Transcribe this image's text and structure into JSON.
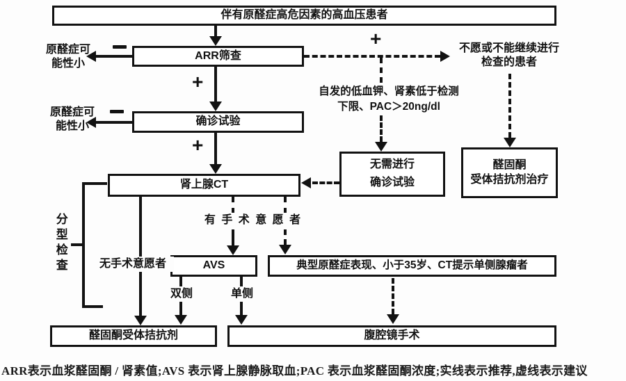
{
  "figure": {
    "colors": {
      "ink": "#121212",
      "background": "#fdfdfd"
    },
    "boxes": {
      "hypertensive": "伴有原醛症高危因素的高血压患者",
      "arr_screening": "ARR筛查",
      "confirmatory": "确诊试验",
      "adrenal_ct": "肾上腺CT",
      "no_confirm": [
        "无需进行",
        "确诊试验"
      ],
      "mra_treatment": [
        "醛固酮",
        "受体拮抗剂治疗"
      ],
      "avs": "AVS",
      "typical": "典型原醛症表现、小于35岁、CT提示单侧腺瘤者",
      "mra": "醛固酮受体拮抗剂",
      "laparoscopy": "腹腔镜手术"
    },
    "labels": {
      "low_prob": [
        "原醛症可",
        "能性小"
      ],
      "plus": "+",
      "unwilling": [
        "不愿或不能继续进行",
        "检查的患者"
      ],
      "spontaneous": [
        "自发的低血钾、肾素低于检测",
        "下限、PAC＞20ng/dl"
      ],
      "subtype": "分型检查",
      "no_surgery": "无手术意愿者",
      "surgery": "有 手 术 意 愿 者",
      "bilateral": "双侧",
      "unilateral": "单侧"
    },
    "caption": "ARR表示血浆醛固酮 / 肾素值;AVS 表示肾上腺静脉取血;PAC 表示血浆醛固酮浓度;实线表示推荐,虚线表示建议"
  }
}
